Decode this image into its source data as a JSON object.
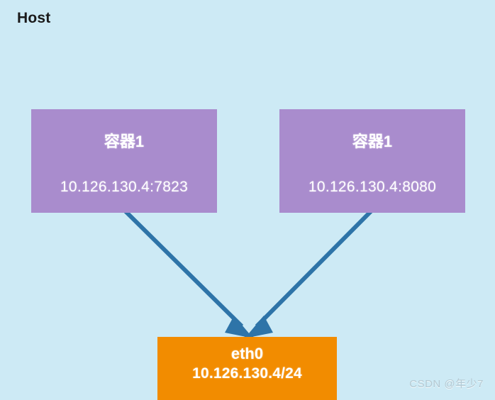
{
  "diagram": {
    "background_color": "#cdeaf5",
    "host": {
      "label": "Host"
    },
    "containers": [
      {
        "name": "容器1",
        "address": "10.126.130.4:7823",
        "fill_color": "#a98ccd"
      },
      {
        "name": "容器1",
        "address": "10.126.130.4:8080",
        "fill_color": "#a98ccd"
      }
    ],
    "interface": {
      "name": "eth0",
      "address": "10.126.130.4/24",
      "fill_color": "#f28c00"
    },
    "arrows": {
      "color": "#2e74a8",
      "from_container_1_to_eth0": "arrow-container1-eth0",
      "from_container_2_to_eth0": "arrow-container2-eth0"
    },
    "watermark": "CSDN @年少7"
  }
}
